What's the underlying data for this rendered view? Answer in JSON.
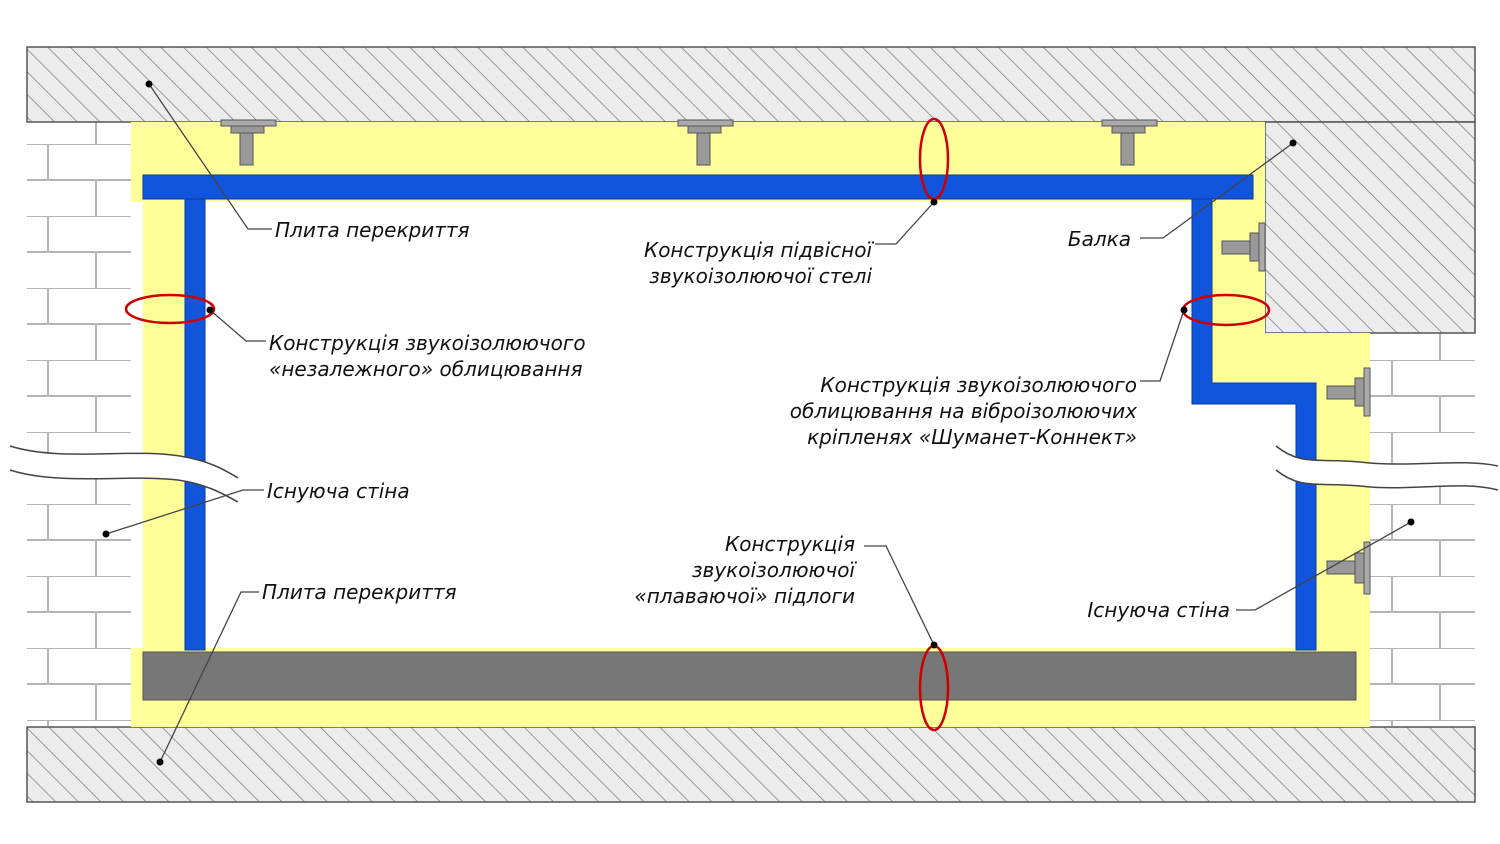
{
  "labels": {
    "floor_slab_top": "Плита перекриття",
    "suspended_ceiling_1": "Конструкція підвісної",
    "suspended_ceiling_2": "звукоізолюючої стелі",
    "beam": "Балка",
    "independent_lining_1": "Конструкція звукоізолюючого",
    "independent_lining_2": "«незалежного» облицювання",
    "vibro_lining_1": "Конструкція звукоізолюючого",
    "vibro_lining_2": "облицювання на віброізолюючих",
    "vibro_lining_3": "кріпленях «Шуманет-Коннект»",
    "existing_wall_left": "Існуюча стіна",
    "existing_wall_right": "Існуюча стіна",
    "floor_slab_bottom": "Плита перекриття",
    "floating_floor_1": "Конструкція",
    "floating_floor_2": "звукоізолюючої",
    "floating_floor_3": "«плаваючої» підлоги"
  },
  "colors": {
    "concrete_fill": "#e8e8e8",
    "hatch_line": "#777777",
    "insulation": "#ffff99",
    "gypsum_board": "#1155dd",
    "floating_screed": "#777777",
    "acoustic_bridge_marker": "#cc0000",
    "brick_mortar": "#b5b5b5"
  }
}
